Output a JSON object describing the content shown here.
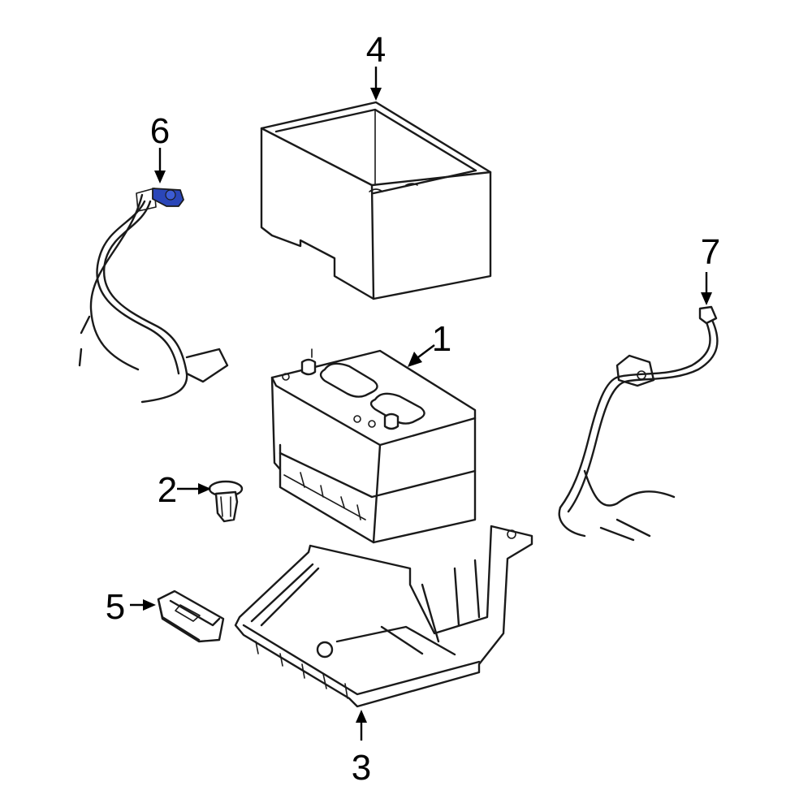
{
  "callouts": [
    {
      "id": "1",
      "label": "1"
    },
    {
      "id": "2",
      "label": "2"
    },
    {
      "id": "3",
      "label": "3"
    },
    {
      "id": "4",
      "label": "4"
    },
    {
      "id": "5",
      "label": "5"
    },
    {
      "id": "6",
      "label": "6"
    },
    {
      "id": "7",
      "label": "7"
    }
  ],
  "colors": {
    "line": "#1a1a1a",
    "highlight": "#2a46b8",
    "background": "#ffffff"
  }
}
